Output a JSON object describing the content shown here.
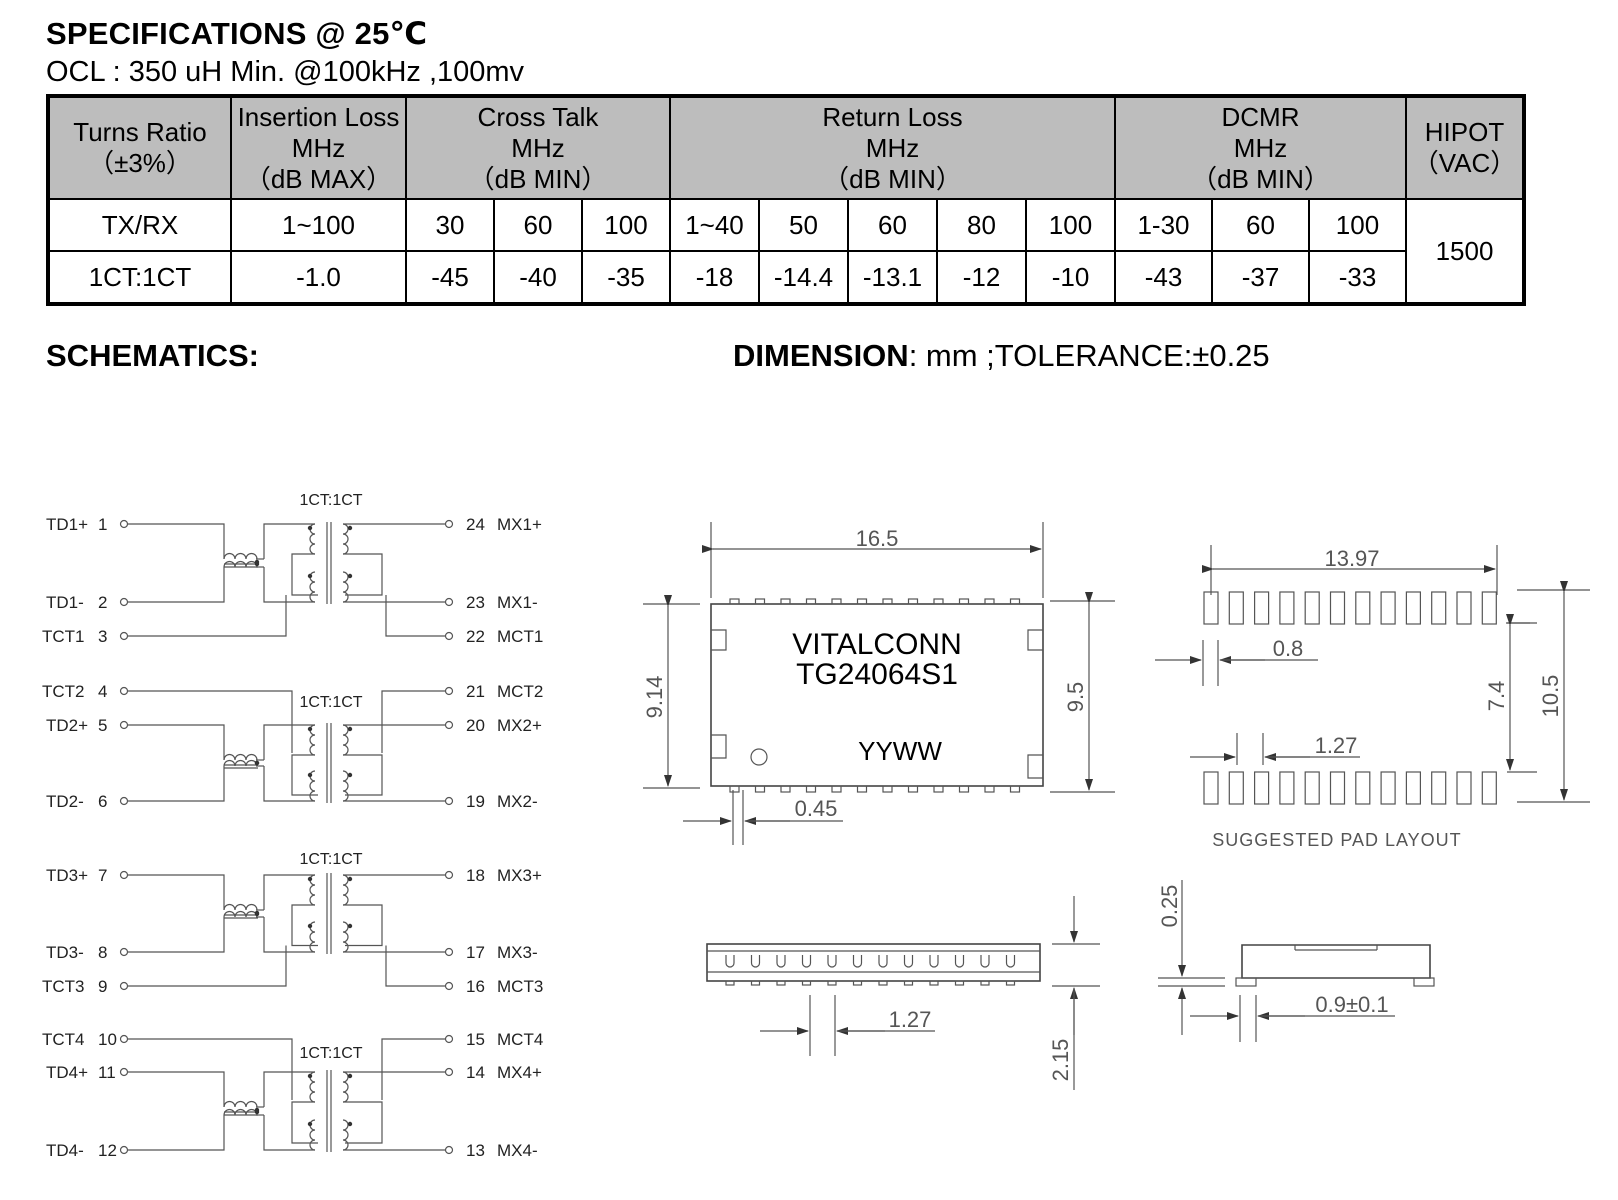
{
  "spec": {
    "title": "SPECIFICATIONS @ 25℃",
    "subtitle": "OCL : 350 uH Min. @100kHz ,100mv"
  },
  "table": {
    "headers": [
      {
        "lines": [
          "Turns Ratio",
          "（±3%）"
        ]
      },
      {
        "lines": [
          "Insertion Loss",
          "MHz",
          "（dB MAX）"
        ]
      },
      {
        "lines": [
          "Cross Talk",
          "MHz",
          "（dB MIN）"
        ]
      },
      {
        "lines": [
          "Return Loss",
          "MHz",
          "（dB MIN）"
        ]
      },
      {
        "lines": [
          "DCMR",
          "MHz",
          "（dB MIN）"
        ]
      },
      {
        "lines": [
          "HIPOT",
          "（VAC）"
        ]
      }
    ],
    "freq_row": [
      "TX/RX",
      "1~100",
      "30",
      "60",
      "100",
      "1~40",
      "50",
      "60",
      "80",
      "100",
      "1-30",
      "60",
      "100"
    ],
    "value_row": [
      "1CT:1CT",
      "-1.0",
      "-45",
      "-40",
      "-35",
      "-18",
      "-14.4",
      "-13.1",
      "-12",
      "-10",
      "-43",
      "-37",
      "-33"
    ],
    "hipot": "1500"
  },
  "schematics": {
    "title": "SCHEMATICS:",
    "ratio_label": "1CT:1CT",
    "channels": [
      {
        "top_left": "TD1+",
        "top_left_pin": "1",
        "bot_left": "TD1-",
        "bot_left_pin": "2",
        "ct_left": "TCT1",
        "ct_left_pin": "3",
        "top_right": "MX1+",
        "top_right_pin": "24",
        "bot_right": "MX1-",
        "bot_right_pin": "23",
        "ct_right": "MCT1",
        "ct_right_pin": "22"
      },
      {
        "top_left": "TD2+",
        "top_left_pin": "5",
        "bot_left": "TD2-",
        "bot_left_pin": "6",
        "ct_left": "TCT2",
        "ct_left_pin": "4",
        "top_right": "MX2+",
        "top_right_pin": "20",
        "bot_right": "MX2-",
        "bot_right_pin": "19",
        "ct_right": "MCT2",
        "ct_right_pin": "21"
      },
      {
        "top_left": "TD3+",
        "top_left_pin": "7",
        "bot_left": "TD3-",
        "bot_left_pin": "8",
        "ct_left": "TCT3",
        "ct_left_pin": "9",
        "top_right": "MX3+",
        "top_right_pin": "18",
        "bot_right": "MX3-",
        "bot_right_pin": "17",
        "ct_right": "MCT3",
        "ct_right_pin": "16"
      },
      {
        "top_left": "TD4+",
        "top_left_pin": "11",
        "bot_left": "TD4-",
        "bot_left_pin": "12",
        "ct_left": "TCT4",
        "ct_left_pin": "10",
        "top_right": "MX4+",
        "top_right_pin": "14",
        "bot_right": "MX4-",
        "bot_right_pin": "13",
        "ct_right": "MCT4",
        "ct_right_pin": "15"
      }
    ]
  },
  "dimension": {
    "title_bold": "DIMENSION",
    "title_rest": ": mm ;TOLERANCE:±0.25",
    "chip_brand": "VITALCONN",
    "chip_part": "TG24064S1",
    "chip_date": "YYWW",
    "dim_length": "16.5",
    "dim_body_width": "9.14",
    "dim_total_width": "9.5",
    "dim_lead_width": "0.45",
    "pad_span": "13.97",
    "pad_width": "0.8",
    "pad_row_gap": "7.4",
    "pad_total": "10.5",
    "pad_pitch": "1.27",
    "pad_caption": "SUGGESTED  PAD  LAYOUT",
    "side_pitch": "1.27",
    "side_height": "2.15",
    "end_standoff": "0.25",
    "end_lead": "0.9±0.1"
  }
}
